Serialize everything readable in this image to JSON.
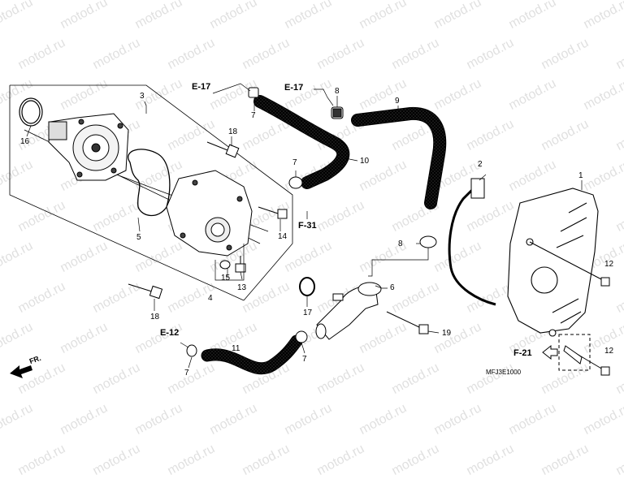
{
  "watermark_text": "motod.ru",
  "diagram_code": "MFJ3E1000",
  "front_mark": "FR.",
  "refs": {
    "e17_left": "E-17",
    "e17_right": "E-17",
    "f31": "F-31",
    "e12": "E-12",
    "f21": "F-21"
  },
  "parts": {
    "p1": "1",
    "p2": "2",
    "p3": "3",
    "p4": "4",
    "p5": "5",
    "p6": "6",
    "p7a": "7",
    "p7b": "7",
    "p7c": "7",
    "p7d": "7",
    "p8a": "8",
    "p8b": "8",
    "p9": "9",
    "p10": "10",
    "p11": "11",
    "p12a": "12",
    "p12b": "12",
    "p13": "13",
    "p14": "14",
    "p15": "15",
    "p16": "16",
    "p17": "17",
    "p18a": "18",
    "p18b": "18",
    "p19": "19"
  }
}
